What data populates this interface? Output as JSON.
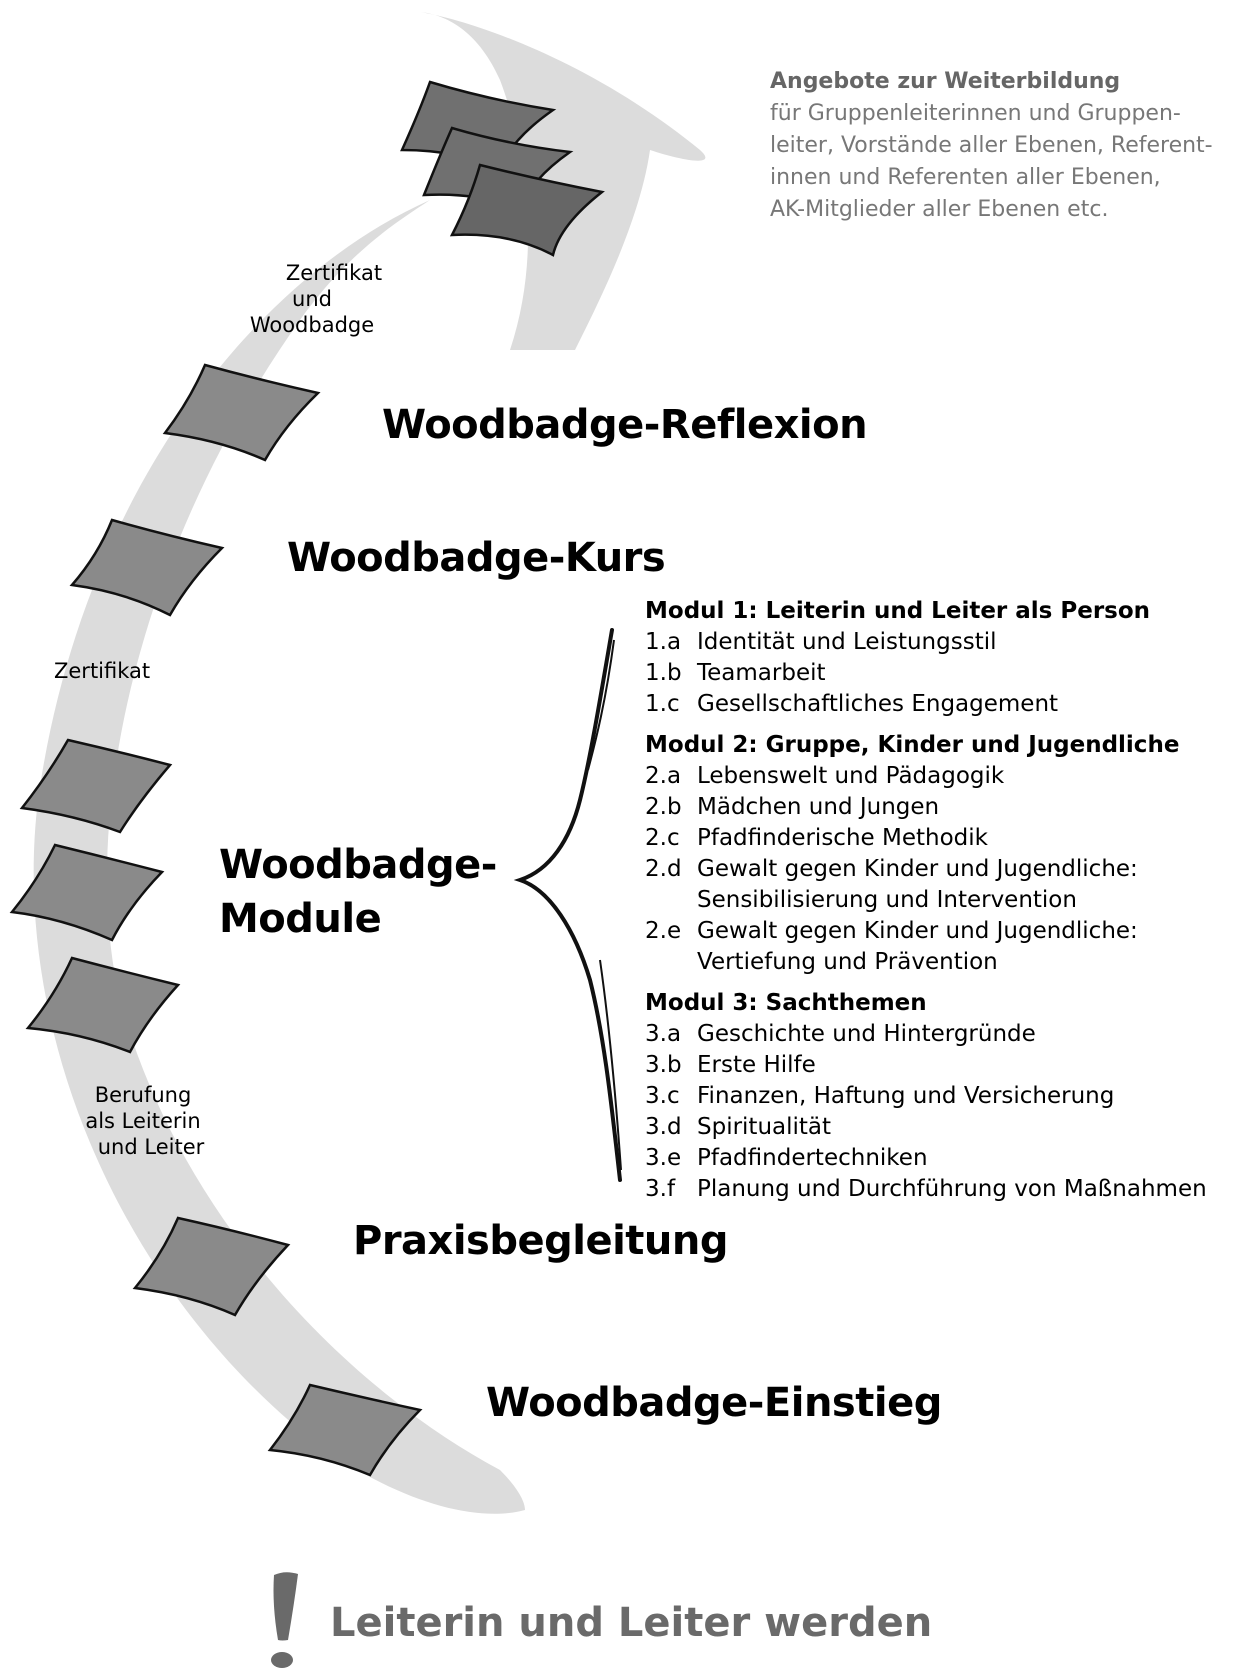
{
  "offer": {
    "heading": "Angebote zur Weiterbildung",
    "lines": [
      "für Gruppenleiterinnen und Gruppen-",
      "leiter, Vorstände aller Ebenen, Referent-",
      "innen und Referenten aller Ebenen,",
      "AK-Mitglieder aller Ebenen etc."
    ]
  },
  "milestones": {
    "zertifikat_woodbadge": [
      "Zertifikat",
      "und",
      "Woodbadge"
    ],
    "zertifikat": "Zertifikat",
    "berufung": [
      "Berufung",
      "als Leiterin",
      "und Leiter"
    ]
  },
  "stages": {
    "reflexion": "Woodbadge-Reflexion",
    "kurs": "Woodbadge-Kurs",
    "module": [
      "Woodbadge-",
      "Module"
    ],
    "praxis": "Praxisbegleitung",
    "einstieg": "Woodbadge-Einstieg"
  },
  "modules": [
    {
      "title": "Modul 1:  Leiterin und Leiter als Person",
      "items": [
        {
          "num": "1.a",
          "text": "Identität und Leistungsstil"
        },
        {
          "num": "1.b",
          "text": "Teamarbeit"
        },
        {
          "num": "1.c",
          "text": "Gesellschaftliches Engagement"
        }
      ]
    },
    {
      "title": "Modul 2:  Gruppe, Kinder und Jugendliche",
      "items": [
        {
          "num": "2.a",
          "text": "Lebenswelt und Pädagogik"
        },
        {
          "num": "2.b",
          "text": "Mädchen und Jungen"
        },
        {
          "num": "2.c",
          "text": "Pfadfinderische Methodik"
        },
        {
          "num": "2.d",
          "text": "Gewalt gegen Kinder und Jugendliche: Sensibilisierung und Intervention"
        },
        {
          "num": "2.e",
          "text": "Gewalt gegen Kinder und Jugendliche: Vertiefung und Prävention"
        }
      ]
    },
    {
      "title": "Modul 3:  Sachthemen",
      "items": [
        {
          "num": "3.a",
          "text": "Geschichte und Hintergründe"
        },
        {
          "num": "3.b",
          "text": "Erste Hilfe"
        },
        {
          "num": "3.c",
          "text": "Finanzen, Haftung und Versicherung"
        },
        {
          "num": "3.d",
          "text": "Spiritualität"
        },
        {
          "num": "3.e",
          "text": "Pfadfindertechniken"
        },
        {
          "num": "3.f",
          "text": "Planung und Durchführung von Maßnahmen"
        }
      ]
    }
  ],
  "final": {
    "symbol": "!",
    "text": "Leiterin und Leiter werden"
  },
  "colors": {
    "arc": "#d9d9d9",
    "tile": "#8a8a8a",
    "tile_dark": "#6e6e6e",
    "offer_text": "#777777",
    "final_text": "#6a6a6a"
  }
}
